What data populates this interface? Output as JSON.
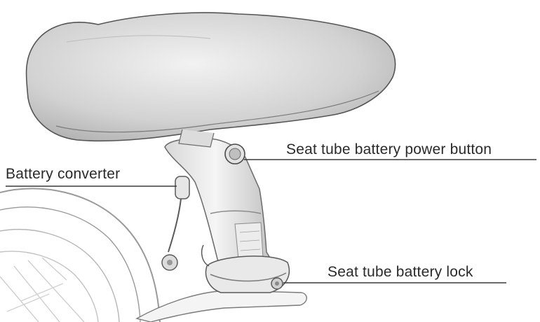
{
  "callouts": {
    "power_button": "Seat tube battery power button",
    "converter": "Battery converter",
    "lock": "Seat tube battery lock"
  },
  "colors": {
    "ink": "#2a2a2a",
    "sketch": "#555555",
    "shade": "#c9c9c9",
    "leader": "#3a3a3a"
  }
}
